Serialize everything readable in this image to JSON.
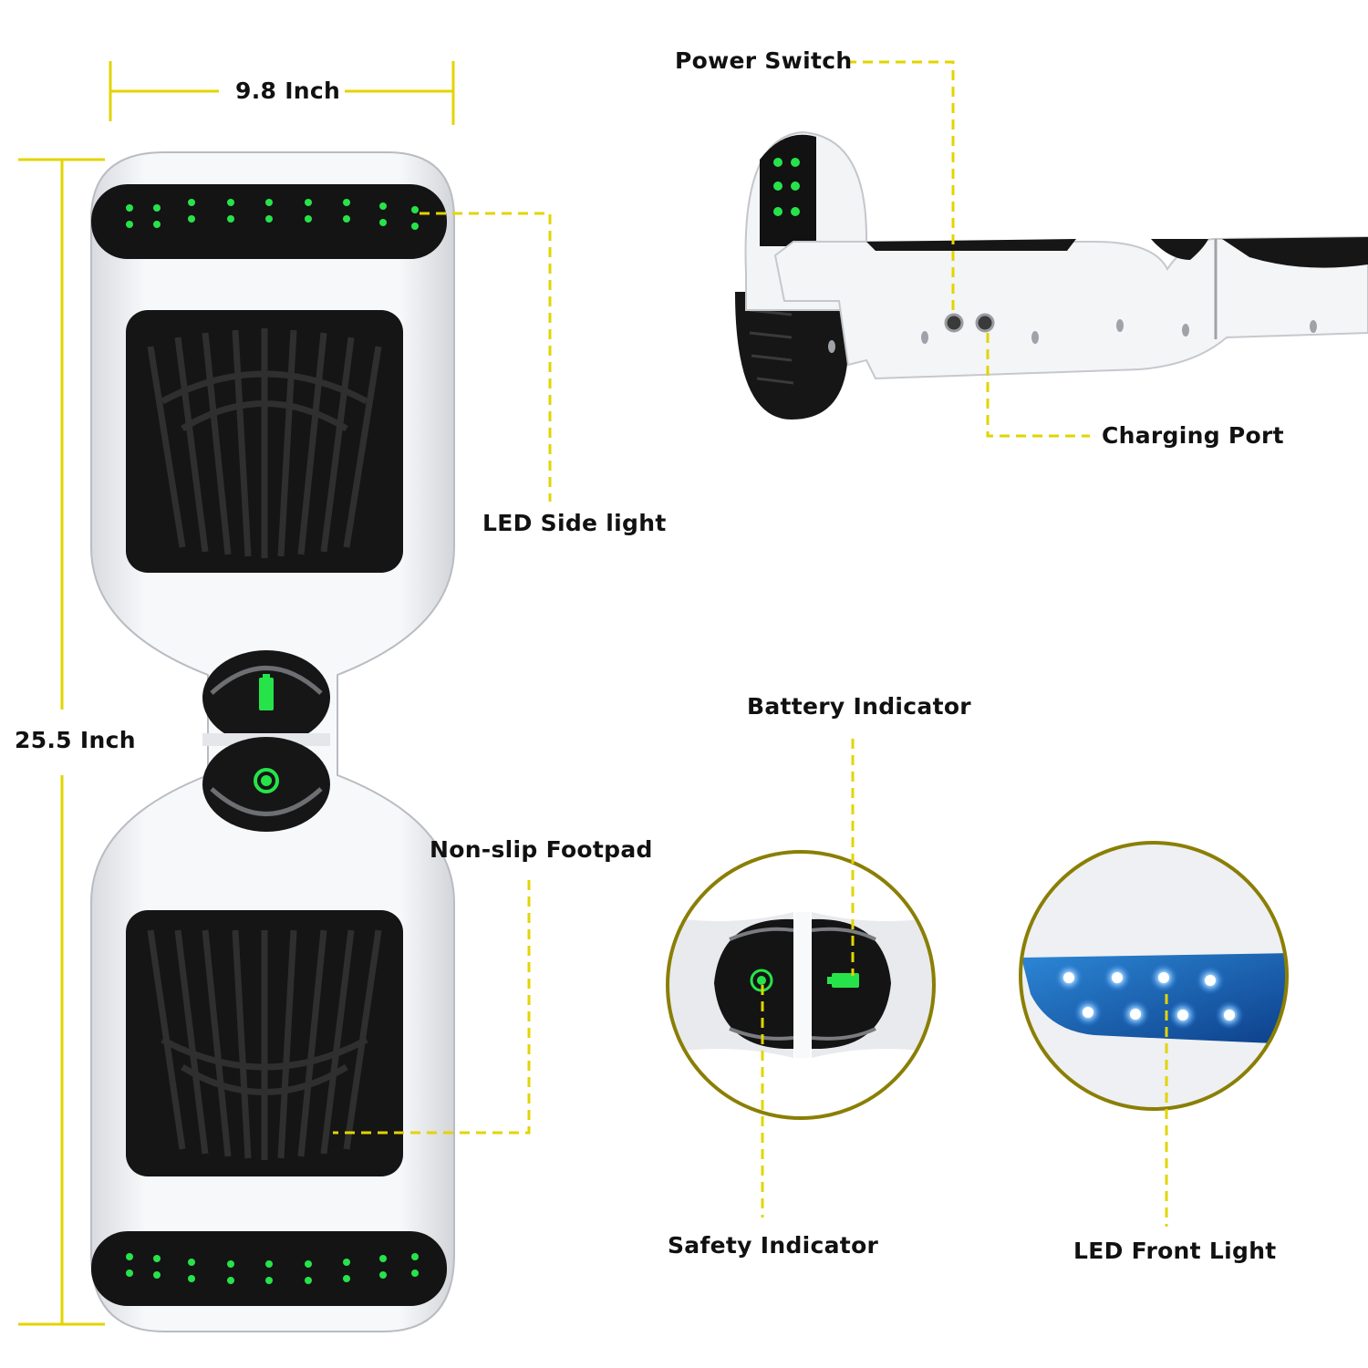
{
  "colors": {
    "annotation_line": "#e3d400",
    "callout_ring": "#8a7f05",
    "board_white": "#f2f3f5",
    "footpad_black": "#151515",
    "led_green": "#27e34a",
    "led_blue": "#2d8fe0"
  },
  "dimensions": {
    "width_label": "9.8 Inch",
    "length_label": "25.5 Inch"
  },
  "callouts": {
    "power_switch": "Power Switch",
    "charging_port": "Charging Port",
    "led_side_light": "LED Side light",
    "non_slip_footpad": "Non-slip Footpad",
    "battery_indicator": "Battery Indicator",
    "safety_indicator": "Safety Indicator",
    "led_front_light": "LED Front Light"
  }
}
